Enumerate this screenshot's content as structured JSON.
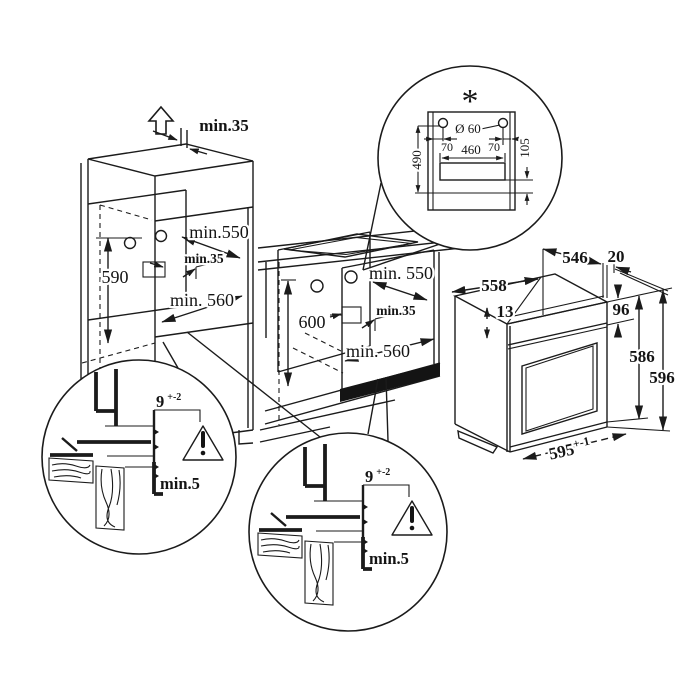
{
  "colors": {
    "line": "#1b1b1b",
    "background": "#ffffff",
    "plinth_fill": "#141414"
  },
  "tall_cabinet": {
    "top_clearance": "min.35",
    "niche_depth": "min.550",
    "rear_vent_gap": "min.35",
    "niche_height": "590",
    "niche_width": "min. 560"
  },
  "base_cabinet": {
    "niche_depth": "min. 550",
    "rear_vent_gap": "min.35",
    "niche_height": "600",
    "niche_width": "min. 560"
  },
  "rear_panel_detail": {
    "footnote_marker": "*",
    "hole_diameter": "Ø 60",
    "hole_offset_left": "70",
    "hole_offset_right": "70",
    "cutout_width": "460",
    "panel_height": "490",
    "cutout_bottom_offset": "105"
  },
  "oven": {
    "depth": "546",
    "rear_gap": "20",
    "body_width": "558",
    "top_recess": "13",
    "control_panel_height": "96",
    "body_height": "586",
    "total_height": "596",
    "front_width": "595",
    "front_width_tolerance": "+-1"
  },
  "fixing_detail": {
    "screw_offset": "9",
    "screw_offset_tolerance": "+-2",
    "min_clearance": "min.5",
    "warning_mark": "!"
  }
}
